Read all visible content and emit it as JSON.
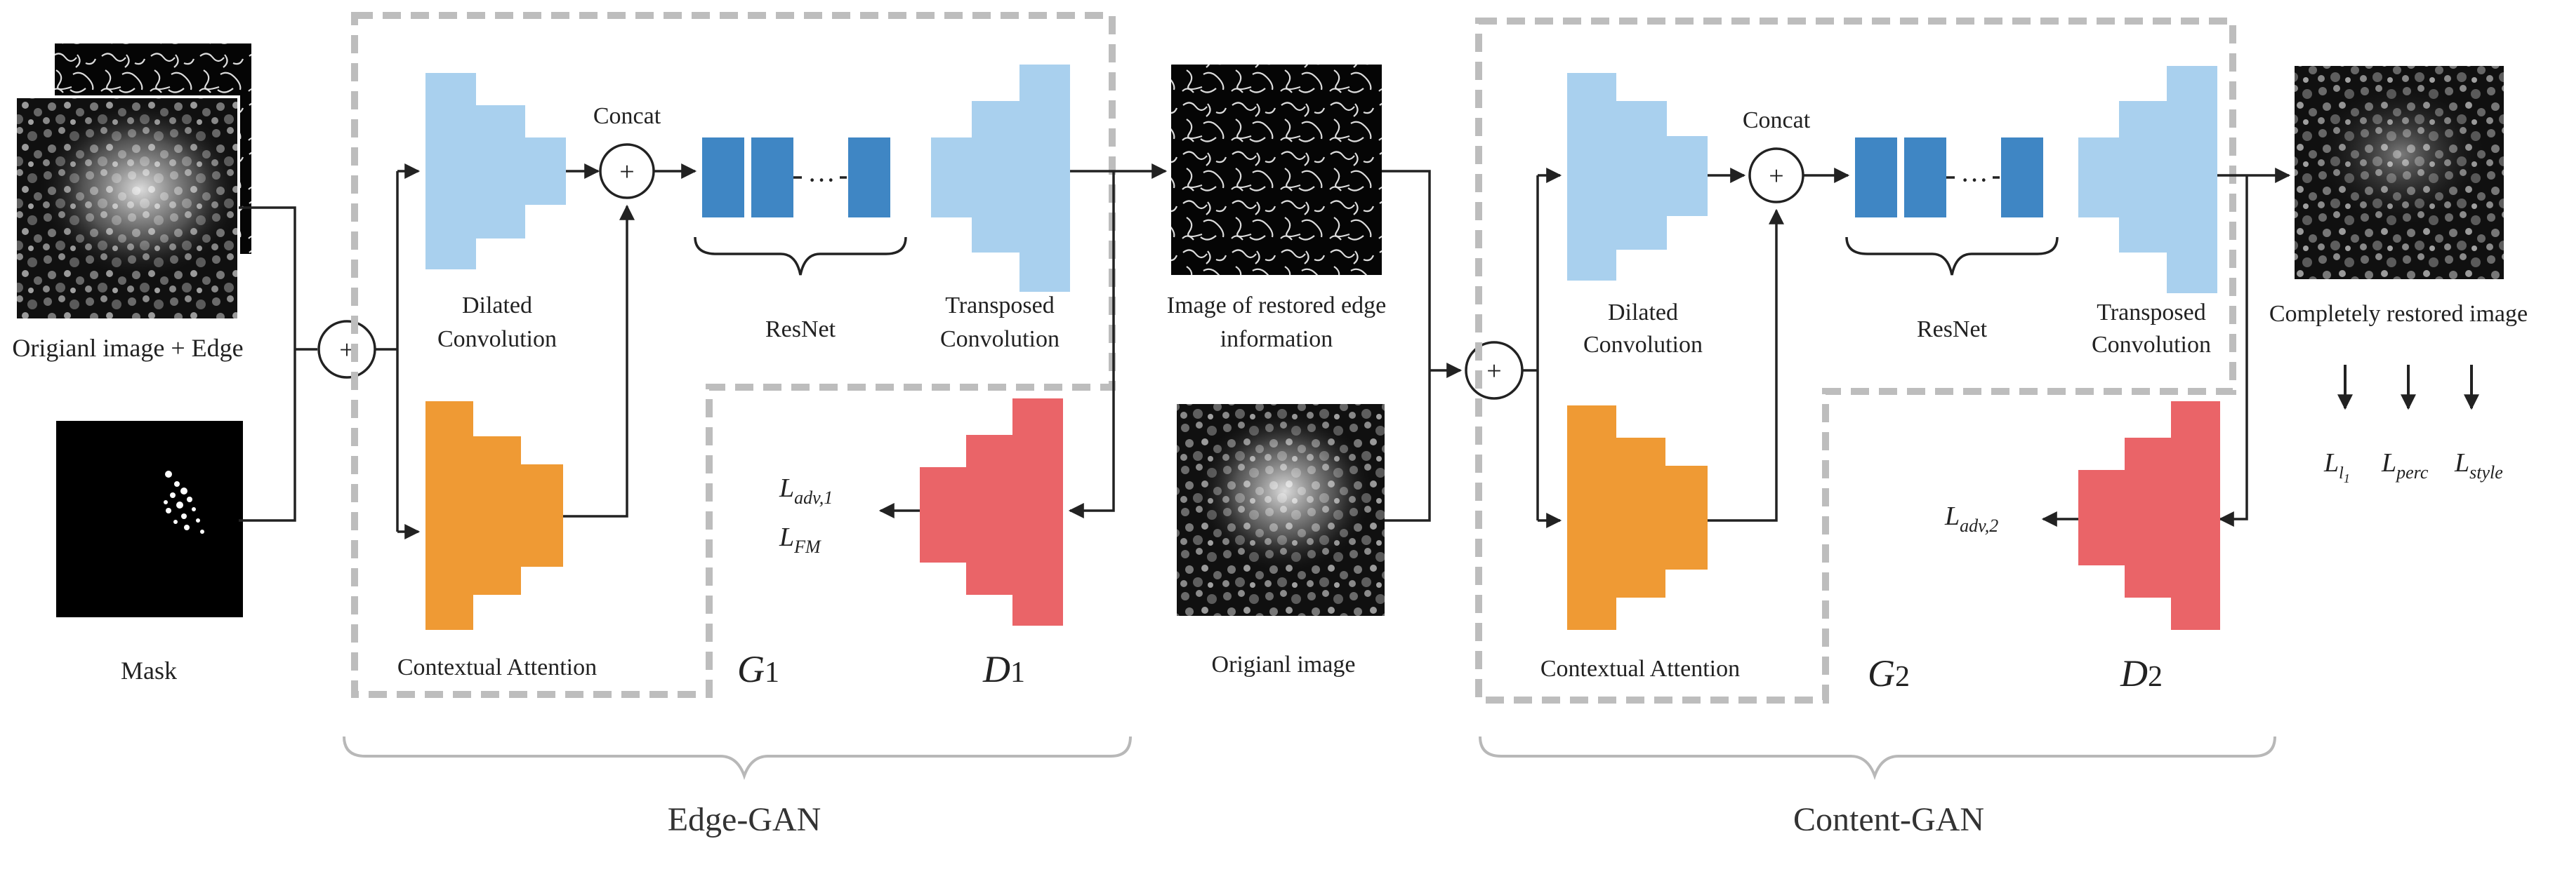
{
  "colors": {
    "encoder": "#a9d0ee",
    "resnet": "#3f86c4",
    "attention": "#ef9a34",
    "discriminator": "#ea6468",
    "dashed_box": "#bdbdbd",
    "arrow": "#222222"
  },
  "labels": {
    "input_image": "Origianl image + Edge",
    "mask": "Mask",
    "concat_1": "Concat",
    "concat_2": "Concat",
    "dilated_1": [
      "Dilated",
      "Convolution"
    ],
    "dilated_2": [
      "Dilated",
      "Convolution"
    ],
    "resnet_1": "ResNet",
    "resnet_2": "ResNet",
    "transposed_1": [
      "Transposed",
      "Convolution"
    ],
    "transposed_2": [
      "Transposed",
      "Convolution"
    ],
    "attention_1": "Contextual Attention",
    "attention_2": "Contextual Attention",
    "edge_image": [
      "Image of restored edge",
      "information"
    ],
    "original_image": "Origianl image",
    "restored_image": "Completely restored image",
    "loss_adv1": "L_adv,1",
    "loss_fm": "L_FM",
    "loss_adv2": "L_adv,2",
    "loss_l1": "L_l1",
    "loss_perc": "L_perc",
    "loss_style": "L_style",
    "g1": "G1",
    "d1": "D1",
    "g2": "G2",
    "d2": "D2",
    "edge_gan": "Edge-GAN",
    "content_gan": "Content-GAN",
    "dots": "···",
    "plus": "+"
  }
}
